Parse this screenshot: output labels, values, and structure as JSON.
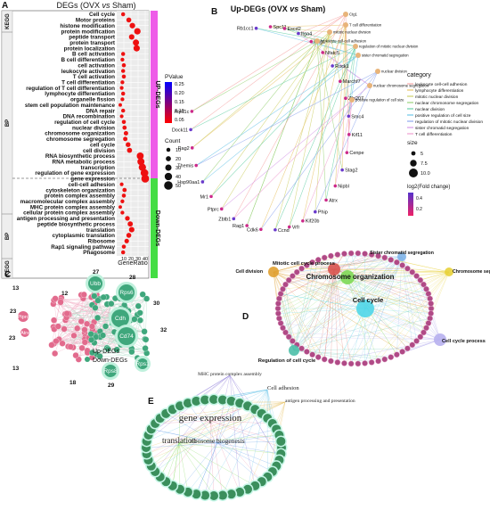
{
  "panelA": {
    "letter": "A",
    "title_prefix": "DEGs (OVX ",
    "title_vs": "vs",
    "title_suffix": " Sham)",
    "xlabel": "GeneRatio",
    "xticks": [
      "10",
      "20",
      "30",
      "40"
    ],
    "sections": [
      "KEGG",
      "BP",
      "BP",
      "KEGG"
    ],
    "up_label": "UP-DEGs",
    "down_label": "Down-DEGs",
    "legend_p_title": "PValue",
    "legend_p_ticks": [
      "0.25",
      "0.20",
      "0.15",
      "0.10",
      "0.05"
    ],
    "legend_count_title": "Count",
    "legend_count": [
      "10",
      "20",
      "30",
      "40",
      "50"
    ],
    "colors": {
      "up": "#ee5ce8",
      "down": "#44dd44",
      "point": "#ee1111"
    }
  },
  "chart_data": {
    "type": "scatter",
    "xlabel": "GeneRatio",
    "xlim": [
      0,
      45
    ],
    "categories": [
      "Cell cycle",
      "Motor proteins",
      "histone modification",
      "protein modification",
      "peptide transport",
      "protein transport",
      "protein localization",
      "B cell activation",
      "B cell differentiation",
      "cell activation",
      "leukocyte activation",
      "T cell activation",
      "T cell differentiation",
      "regulation of T cell differentiation",
      "lymphocyte differentiation",
      "organelle fission",
      "stem cell population maintenance",
      "DNA repair",
      "DNA recombination",
      "regulation of cell cycle",
      "nuclear division",
      "chromosome organization",
      "chromosome segregation",
      "cell cycle",
      "cell division",
      "RNA biosynthetic process",
      "RNA metabolic process",
      "transcription",
      "regulation of gene expression",
      "gene expression",
      "cell-cell adhesion",
      "cytoskeleton organization",
      "protein complex assembly",
      "macromolecular complex assembly",
      "MHC protein complex assembly",
      "cellular protein complex assembly",
      "antigen processing and presentation",
      "peptide biosynthetic process",
      "translation",
      "cytoplasmic translation",
      "Ribosome",
      "Rap1 signaling pathway",
      "Phagosome"
    ],
    "series": [
      {
        "values": [
          9,
          17,
          22,
          29,
          21,
          27,
          28,
          9,
          8,
          10,
          9,
          10,
          8,
          7,
          9,
          8,
          5,
          9,
          7,
          10,
          11,
          13,
          12,
          16,
          18,
          33,
          34,
          36,
          39,
          40,
          7,
          11,
          10,
          8,
          5,
          8,
          15,
          19,
          21,
          17,
          14,
          10,
          9
        ]
      }
    ]
  },
  "panelB": {
    "letter": "B",
    "title_prefix": "Up-DEGs (OVX ",
    "title_vs": "vs",
    "title_suffix": " Sham)",
    "genes": [
      "Rb1cc1",
      "Spc11",
      "Escd2",
      "Itga4",
      "Pag1",
      "Nfatc5",
      "Rock1",
      "Marchf7",
      "Zfp207",
      "Smc4",
      "Kif11",
      "Cenpe",
      "Stag2",
      "Nipbl",
      "Atrx",
      "Phip",
      "Kif20b",
      "Vrfr",
      "Ccnd",
      "Cdk6",
      "Rag1",
      "Zbtb1",
      "Ptprc",
      "Mr1",
      "Hsp90aa1",
      "Themis",
      "Rag2",
      "Dock11",
      "Atp11c"
    ],
    "terms": [
      "Ctg1",
      "T cell differentiation",
      "mitotic nuclear division",
      "leukocyte cell-cell adhesion",
      "regulation of mitotic nuclear division",
      "sister chromatid segregation",
      "nuclear division",
      "nuclear chromosome segregation",
      "positive regulation of cell size"
    ],
    "legend_category_title": "category",
    "categories": [
      "leukocyte cell-cell adhesion",
      "lymphocyte differentiation",
      "mitotic nuclear division",
      "nuclear chromosome segregation",
      "nuclear division",
      "positive regulation of cell size",
      "regulation of mitotic nuclear division",
      "sister chromatid segregation",
      "T cell differentiation"
    ],
    "category_colors": [
      "#f6a8a8",
      "#e8c46a",
      "#cfd16a",
      "#9bd37a",
      "#6ad1a8",
      "#6fc7e8",
      "#8fa8ef",
      "#d69ae8",
      "#f0a0d0"
    ],
    "legend_size_title": "size",
    "sizes": [
      "5",
      "7.5",
      "10.0"
    ],
    "legend_fc_title": "log2(Fold change)",
    "fc_ticks": [
      "0.4",
      "0.2"
    ]
  },
  "panelC": {
    "letter": "C",
    "numbers_up": [
      "12",
      "13",
      "23",
      "23",
      "13",
      "18"
    ],
    "numbers_down": [
      "27",
      "28",
      "30",
      "32",
      "29"
    ],
    "hubs": [
      "Ubb",
      "Rps6",
      "Cdh",
      "Cd74",
      "Rps8",
      "Rps1"
    ],
    "up_hubs": [
      "Ptprc",
      "Atrx"
    ],
    "legend": [
      "Up-DEGs",
      "Down-DEGs"
    ],
    "colors": {
      "up": "#e26b8d",
      "down": "#3fa77c"
    }
  },
  "panelD": {
    "letter": "D",
    "terms": [
      "Mitotic cell cycle process",
      "Sister chromatid segregation",
      "Cell division",
      "Chromosome organization",
      "Chromosome segregation",
      "Cell cycle",
      "Regulation of cell cycle",
      "Cell cycle process"
    ],
    "term_colors": [
      "#d9534f",
      "#7fb4e8",
      "#e0a030",
      "#7ed957",
      "#e8d13a",
      "#4fd6e8",
      "#4dbfa8",
      "#b7b0ee"
    ]
  },
  "panelE": {
    "letter": "E",
    "terms": [
      "MHC protein complex assembly",
      "Cell adhesion",
      "antigen processing and presentation",
      "gene expression",
      "translation",
      "ribosome biogenesis"
    ]
  }
}
